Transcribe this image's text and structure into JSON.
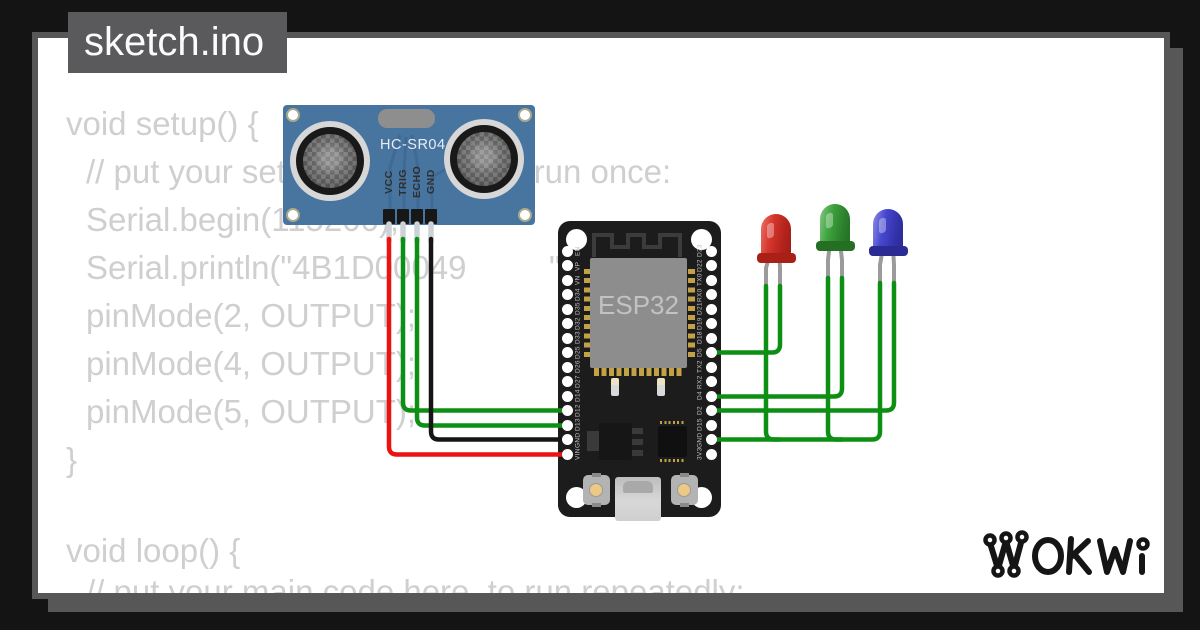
{
  "window": {
    "title": "sketch.ino"
  },
  "code": {
    "lines": [
      "void setup() {",
      "// put your setup code here, to run once:",
      "Serial.begin(115200);",
      "Serial.println(\"4B1D00049         \");",
      "pinMode(2, OUTPUT);",
      "pinMode(4, OUTPUT);",
      "pinMode(5, OUTPUT);",
      "}",
      "void loop() {",
      "// put your main code here, to run repeatedly:"
    ]
  },
  "sensor": {
    "title": "HC-SR04",
    "pins": [
      "VCC",
      "TRIG",
      "ECHO",
      "GND"
    ]
  },
  "board": {
    "chip_label": "ESP32",
    "left_pins": [
      "EN",
      "VP",
      "VN",
      "D34",
      "D35",
      "D32",
      "D33",
      "D25",
      "D26",
      "D27",
      "D14",
      "D12",
      "D13",
      "GND",
      "VIN"
    ],
    "right_pins": [
      "D23",
      "D22",
      "TX0",
      "RX0",
      "D21",
      "D19",
      "D18",
      "D5",
      "TX2",
      "RX2",
      "D4",
      "D2",
      "D15",
      "GND",
      "3V3"
    ]
  },
  "leds": [
    {
      "name": "red-led",
      "hex": "#d5352c"
    },
    {
      "name": "green-led",
      "hex": "#3da23d"
    },
    {
      "name": "blue-led",
      "hex": "#4747cf"
    }
  ],
  "wires": {
    "red": "#ee1111",
    "green": "#0c8f12",
    "black": "#151515"
  },
  "colors": {
    "pcb_blue": "#47759f",
    "board_black": "#1c1c1c",
    "frame_gray": "#575757",
    "code_text": "#cfcfcf"
  },
  "logo": {
    "text": "WOKWI"
  }
}
